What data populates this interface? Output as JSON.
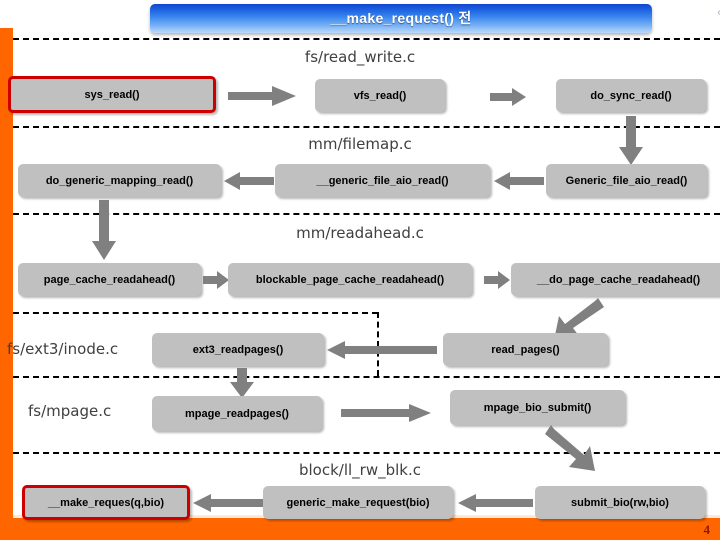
{
  "slide": {
    "title": "__make_request() 전",
    "page_number": "4",
    "accent_orange": "#FF6600",
    "box_fill": "#C0C0C0",
    "highlight_border": "#CC0000",
    "arrow_color": "#808080",
    "banner_blue": "#1b5fe0"
  },
  "sections": [
    {
      "label": "fs/read_write.c",
      "align": "center"
    },
    {
      "label": "mm/filemap.c",
      "align": "center"
    },
    {
      "label": "mm/readahead.c",
      "align": "center"
    },
    {
      "label": "fs/ext3/inode.c",
      "align": "left"
    },
    {
      "label": "fs/mpage.c",
      "align": "left"
    },
    {
      "label": "block/ll_rw_blk.c",
      "align": "center"
    }
  ],
  "boxes": [
    {
      "id": "sys-read",
      "label": "sys_read()",
      "highlighted": true
    },
    {
      "id": "vfs-read",
      "label": "vfs_read()",
      "highlighted": false
    },
    {
      "id": "do-sync-read",
      "label": "do_sync_read()",
      "highlighted": false
    },
    {
      "id": "do-generic-mapping-read",
      "label": "do_generic_mapping_read()",
      "highlighted": false
    },
    {
      "id": "generic-file-aio-read-2",
      "label": "__generic_file_aio_read()",
      "highlighted": false
    },
    {
      "id": "generic-file-aio-read",
      "label": "Generic_file_aio_read()",
      "highlighted": false
    },
    {
      "id": "page-cache-readahead",
      "label": "page_cache_readahead()",
      "highlighted": false
    },
    {
      "id": "blockable-page-cache-readahead",
      "label": "blockable_page_cache_readahead()",
      "highlighted": false
    },
    {
      "id": "do-page-cache-readahead",
      "label": "__do_page_cache_readahead()",
      "highlighted": false
    },
    {
      "id": "ext3-readpages",
      "label": "ext3_readpages()",
      "highlighted": false
    },
    {
      "id": "read-pages",
      "label": "read_pages()",
      "highlighted": false
    },
    {
      "id": "mpage-readpages",
      "label": "mpage_readpages()",
      "highlighted": false
    },
    {
      "id": "mpage-bio-submit",
      "label": "mpage_bio_submit()",
      "highlighted": false
    },
    {
      "id": "make-request",
      "label": "__make_reques(q,bio)",
      "highlighted": true
    },
    {
      "id": "generic-make-request",
      "label": "generic_make_request(bio)",
      "highlighted": false
    },
    {
      "id": "submit-bio",
      "label": "submit_bio(rw,bio)",
      "highlighted": false
    }
  ],
  "flow": [
    {
      "from": "sys_read()",
      "to": "vfs_read()",
      "direction": "right"
    },
    {
      "from": "vfs_read()",
      "to": "do_sync_read()",
      "direction": "right"
    },
    {
      "from": "do_sync_read()",
      "to": "Generic_file_aio_read()",
      "direction": "down"
    },
    {
      "from": "Generic_file_aio_read()",
      "to": "__generic_file_aio_read()",
      "direction": "left"
    },
    {
      "from": "__generic_file_aio_read()",
      "to": "do_generic_mapping_read()",
      "direction": "left"
    },
    {
      "from": "do_generic_mapping_read()",
      "to": "page_cache_readahead()",
      "direction": "down"
    },
    {
      "from": "page_cache_readahead()",
      "to": "blockable_page_cache_readahead()",
      "direction": "right"
    },
    {
      "from": "blockable_page_cache_readahead()",
      "to": "__do_page_cache_readahead()",
      "direction": "right"
    },
    {
      "from": "__do_page_cache_readahead()",
      "to": "read_pages()",
      "direction": "diagonal-down-left"
    },
    {
      "from": "read_pages()",
      "to": "ext3_readpages()",
      "direction": "left"
    },
    {
      "from": "ext3_readpages()",
      "to": "mpage_readpages()",
      "direction": "down"
    },
    {
      "from": "mpage_readpages()",
      "to": "mpage_bio_submit()",
      "direction": "right"
    },
    {
      "from": "mpage_bio_submit()",
      "to": "submit_bio(rw,bio)",
      "direction": "diagonal-down-right"
    },
    {
      "from": "submit_bio(rw,bio)",
      "to": "generic_make_request(bio)",
      "direction": "left"
    },
    {
      "from": "generic_make_request(bio)",
      "to": "__make_reques(q,bio)",
      "direction": "left"
    }
  ]
}
